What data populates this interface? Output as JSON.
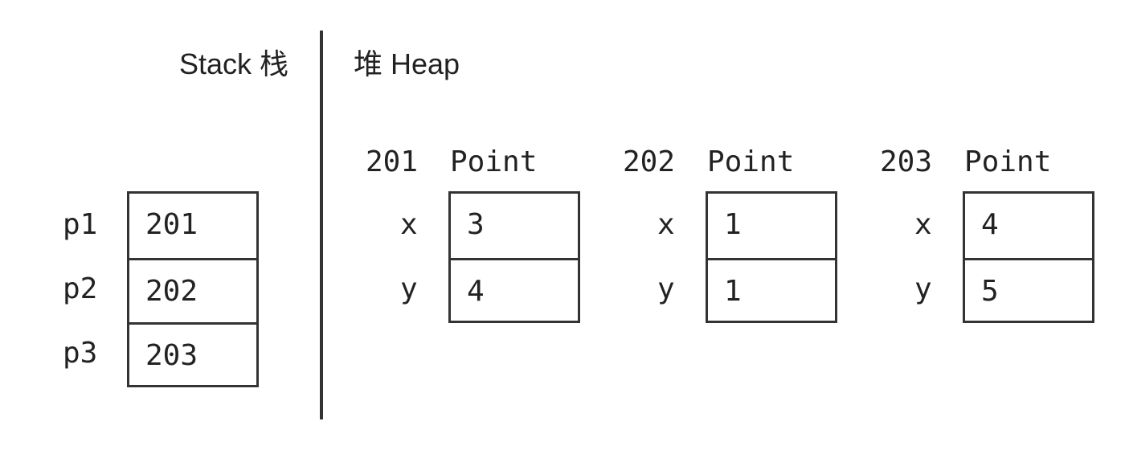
{
  "stack": {
    "title": "Stack 栈",
    "vars": [
      {
        "name": "p1",
        "value": "201"
      },
      {
        "name": "p2",
        "value": "202"
      },
      {
        "name": "p3",
        "value": "203"
      }
    ]
  },
  "heap": {
    "title": "堆 Heap",
    "objects": [
      {
        "address": "201",
        "type": "Point",
        "fields": [
          {
            "name": "x",
            "value": "3"
          },
          {
            "name": "y",
            "value": "4"
          }
        ]
      },
      {
        "address": "202",
        "type": "Point",
        "fields": [
          {
            "name": "x",
            "value": "1"
          },
          {
            "name": "y",
            "value": "1"
          }
        ]
      },
      {
        "address": "203",
        "type": "Point",
        "fields": [
          {
            "name": "x",
            "value": "4"
          },
          {
            "name": "y",
            "value": "5"
          }
        ]
      }
    ]
  }
}
